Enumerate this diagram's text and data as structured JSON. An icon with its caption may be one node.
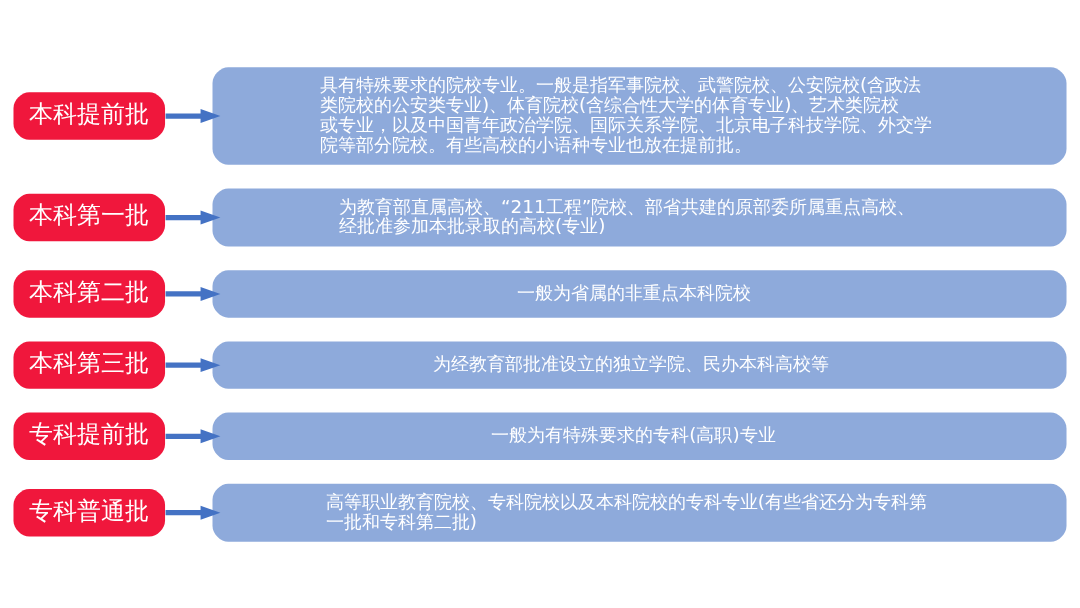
{
  "diagram": {
    "nodes": [
      {
        "text": [
          "本科提前批"
        ]
      },
      {
        "text": [
          "具有特殊要求的院校专业。一般是指军事院校、武警院校、公安院校(含政法类院校的公安类专业)、体育院校(含综合性大学的体育专业)、艺术类院校或专业，以及中国青年政治学院、国际关系学院、北京电子科技学院、外交学院等部分院校。有些高校的小语种专业也放在提前批。"
        ]
      },
      {
        "text": [
          "本科第一批"
        ]
      },
      {
        "text": [
          "为教育部直属高校、“211工程”院校、部省共建的原部委所属重点高校、经批准参加本批录取的高校(专业)"
        ]
      },
      {
        "text": [
          "本科第二批"
        ]
      },
      {
        "text": [
          "一般为省属的非重点本科院校"
        ]
      },
      {
        "text": [
          "本科第三批"
        ]
      },
      {
        "text": [
          "为经教育部批准设立的独立学院、民办本科高校等"
        ]
      },
      {
        "text": [
          "专科提前批"
        ]
      },
      {
        "text": [
          "一般为有特殊要求的专科(高职)专业"
        ]
      },
      {
        "text": [
          "专科普通批"
        ]
      },
      {
        "text": [
          "高等职业教育院校、专科院校以及本科院校的专科专业(有些省还分为专科第一批和专科第二批)"
        ]
      }
    ],
    "edges": [
      {
        "from": 0,
        "to": 1,
        "arrow": "to"
      },
      {
        "from": 2,
        "to": 3,
        "arrow": "to"
      },
      {
        "from": 4,
        "to": 5,
        "arrow": "to"
      },
      {
        "from": 6,
        "to": 7,
        "arrow": "to"
      },
      {
        "from": 8,
        "to": 9,
        "arrow": "to"
      },
      {
        "from": 10,
        "to": 11,
        "arrow": "to"
      }
    ]
  }
}
